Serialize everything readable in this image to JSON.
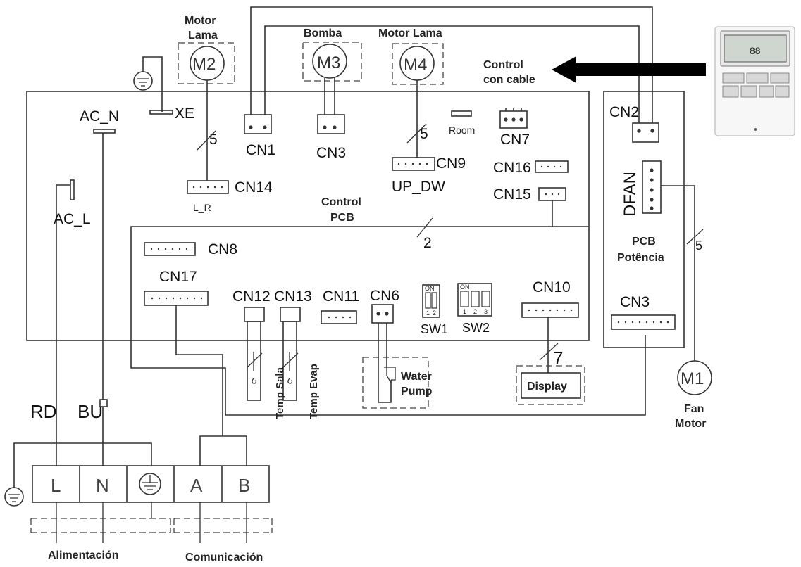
{
  "connectors": {
    "cn1": "CN1",
    "cn2": "CN2",
    "cn3_motor": "CN3",
    "cn3_power": "CN3",
    "cn6": "CN6",
    "cn7": "CN7",
    "cn8": "CN8",
    "cn9": "CN9",
    "cn10": "CN10",
    "cn11": "CN11",
    "cn12": "CN12",
    "cn13": "CN13",
    "cn14": "CN14",
    "cn15": "CN15",
    "cn16": "CN16",
    "cn17": "CN17",
    "dfan": "DFAN",
    "sw1": "SW1",
    "sw2": "SW2"
  },
  "labels": {
    "motor_lama_1": "Motor",
    "motor_lama_2": "Lama",
    "bomba": "Bomba",
    "motor_lama_right": "Motor Lama",
    "control_cable_1": "Control",
    "control_cable_2": "con cable",
    "xe": "XE",
    "ac_n": "AC_N",
    "ac_l": "AC_L",
    "room": "Room",
    "up_dw": "UP_DW",
    "l_r": "L_R",
    "control_pcb_1": "Control",
    "control_pcb_2": "PCB",
    "pcb_potencia_1": "PCB",
    "pcb_potencia_2": "Potência",
    "temp_sala": "Temp Sala",
    "temp_evap": "Temp Evap",
    "water_pump_1": "Water",
    "water_pump_2": "Pump",
    "display": "Display",
    "fan_motor_1": "Fan",
    "fan_motor_2": "Motor",
    "rd": "RD",
    "bu": "BU",
    "alimentacion": "Alimentación",
    "comunicacion": "Comunicación",
    "on_sw1": "ON",
    "on_sw2": "ON"
  },
  "motors": {
    "m1": "M1",
    "m2": "M2",
    "m3": "M3",
    "m4": "M4"
  },
  "wire_counts": {
    "w5_a": "5",
    "w5_b": "5",
    "w2": "2",
    "w5_c": "5",
    "w7": "7"
  },
  "terminals": {
    "l": "L",
    "n": "N",
    "a": "A",
    "b": "B"
  },
  "switch_pins": {
    "p1": "1",
    "p2": "2",
    "q1": "1",
    "q2": "2",
    "q3": "3"
  },
  "remote": {
    "screen_digits": "88"
  }
}
